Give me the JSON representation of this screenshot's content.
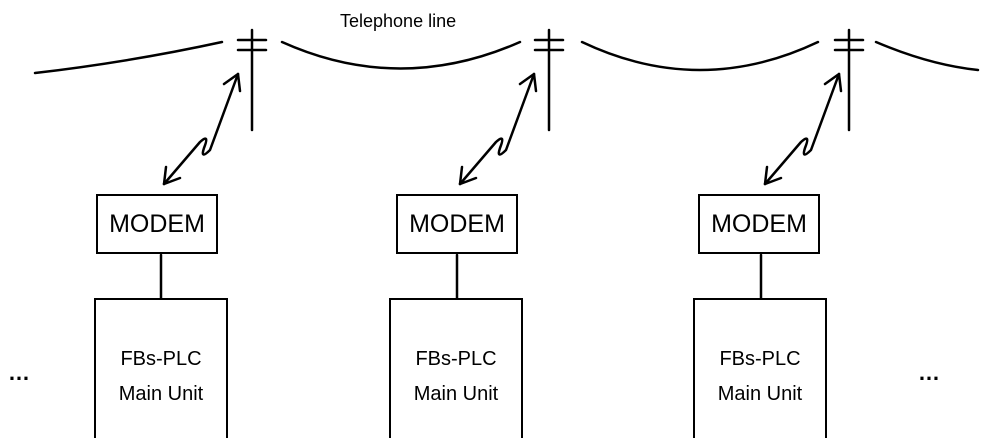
{
  "title": "Telephone line",
  "nodes": [
    {
      "modem_label": "MODEM",
      "plc_line1": "FBs-PLC",
      "plc_line2": "Main Unit"
    },
    {
      "modem_label": "MODEM",
      "plc_line1": "FBs-PLC",
      "plc_line2": "Main Unit"
    },
    {
      "modem_label": "MODEM",
      "plc_line1": "FBs-PLC",
      "plc_line2": "Main Unit"
    }
  ],
  "ellipsis_left": "…",
  "ellipsis_right": "…"
}
